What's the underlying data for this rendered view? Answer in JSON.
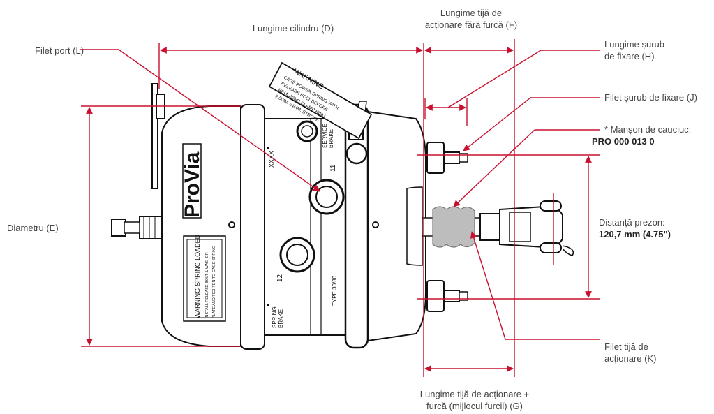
{
  "labels": {
    "lungime_cilindru": "Lungime cilindru (D)",
    "tija_fara_furca_1": "Lungime tijă de",
    "tija_fara_furca_2": "acționare fără furcă (F)",
    "filet_port": "Filet port (L)",
    "surub_fixare_1": "Lungime șurub",
    "surub_fixare_2": "de fixare (H)",
    "filet_surub": "Filet șurub de fixare (J)",
    "manson_1": "* Manșon de cauciuc:",
    "manson_2": "PRO 000 013 0",
    "diametru": "Diametru (E)",
    "distanta_1": "Distanță prezon:",
    "distanta_2": "120,7 mm (4.75\")",
    "filet_tija_1": "Filet tijă de",
    "filet_tija_2": "acționare (K)",
    "tija_furca_1": "Lungime tijă de acționare +",
    "tija_furca_2": "furcă (mijlocul furcii) (G)"
  },
  "product_text": {
    "brand": "ProVia",
    "warning_tag_title": "WARNING",
    "warning_tag_lines": [
      "CAGE POWER SPRING WITH",
      "RELEASE BOLT BEFORE",
      "REMOVING CLAMP RING",
      "2.50IN. 64MM. STROKE"
    ],
    "spring_label_title": "WARNING-SPRING LOADED",
    "spring_label_lines": [
      "INSTALL RELEASE BOLT & WASHER",
      "PLATE AND TIGHTEN TO CAGE SPRING"
    ],
    "service_brake": [
      "SERVICE",
      "BRAKE"
    ],
    "spring_brake": [
      "SPRING",
      "BRAKE"
    ],
    "port_11": "11",
    "port_12": "12",
    "xxxx": "XXXX",
    "type": "TYPE 30/30"
  },
  "colors": {
    "accent": "#c8102e",
    "label_text": "#444444",
    "outline": "#111111",
    "boot_fill": "#bdbdbd"
  }
}
